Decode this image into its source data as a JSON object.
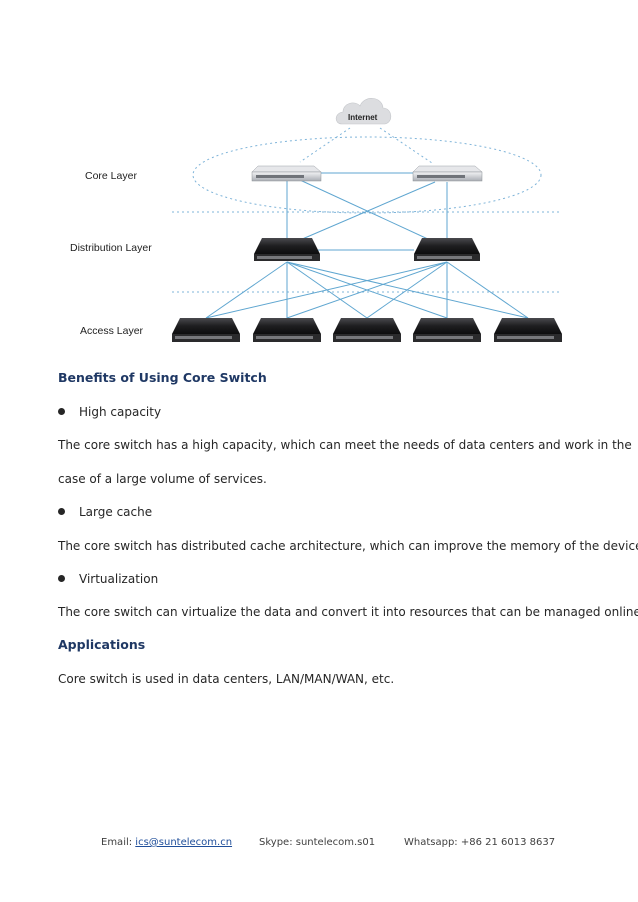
{
  "diagram": {
    "internet_label": "Internet",
    "layers": {
      "core": "Core Layer",
      "distribution": "Distribution Layer",
      "access": "Access Layer"
    },
    "colors": {
      "link": "#5fa6d0",
      "core_switch": "#c9ccd0",
      "switch": "#1e1e20"
    }
  },
  "content": {
    "benefits_heading": "Benefits of Using Core Switch",
    "benefits": [
      {
        "title": "High capacity",
        "desc_lines": [
          "The core switch has a high capacity, which can meet the needs of data centers and work in the",
          "case of a large volume of services."
        ]
      },
      {
        "title": "Large cache",
        "desc_lines": [
          "The core switch has distributed cache architecture, which can improve the memory of the device."
        ]
      },
      {
        "title": "Virtualization",
        "desc_lines": [
          "The core switch can virtualize the data and convert it into resources that can be managed online."
        ]
      }
    ],
    "applications_heading": "Applications",
    "applications_text": "Core switch is used in data centers, LAN/MAN/WAN, etc."
  },
  "footer": {
    "email_label": "Email: ",
    "email": "ics@suntelecom.cn",
    "skype": "Skype: suntelecom.s01",
    "whatsapp": "Whatsapp: +86 21 6013 8637"
  }
}
